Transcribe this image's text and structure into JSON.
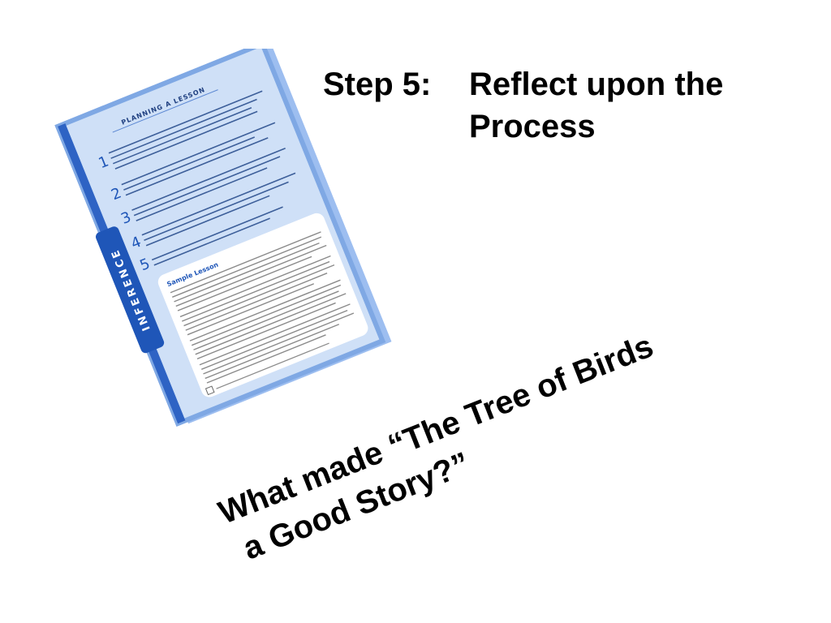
{
  "slide": {
    "title_step": "Step 5:",
    "title_line1": "Reflect upon the",
    "title_line2": "Process",
    "question_line1": "What made “The Tree of Birds",
    "question_line2": "a Good Story?”"
  },
  "document": {
    "header": "PLANNING A LESSON",
    "side_tab": "INFERENCE",
    "steps": [
      {
        "number": "1"
      },
      {
        "number": "2"
      },
      {
        "number": "3"
      },
      {
        "number": "4"
      },
      {
        "number": "5"
      }
    ],
    "sample_heading": "Sample Lesson",
    "colors": {
      "page": "#cfe0f7",
      "border": "#7fa8e4",
      "tab": "#1f56b8",
      "panel": "#ffffff"
    }
  }
}
